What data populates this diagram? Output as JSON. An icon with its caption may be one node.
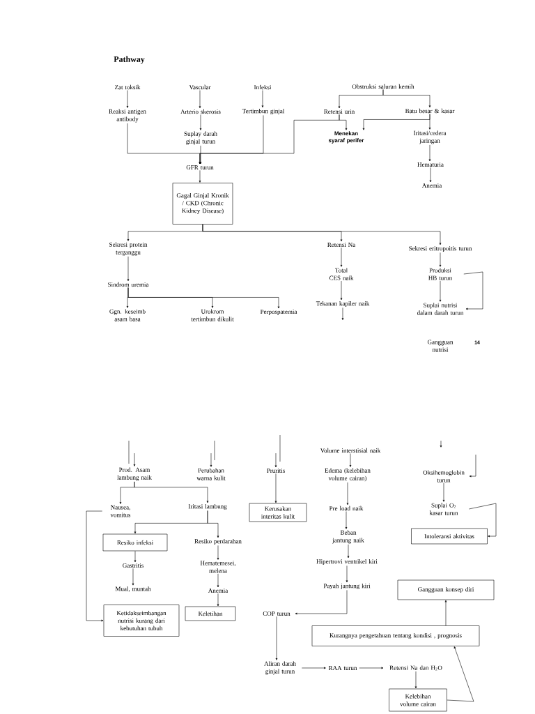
{
  "diagram": {
    "title": "Pathway",
    "nodes": [
      {
        "text": [
          "Zat toksik"
        ]
      },
      {
        "text": [
          "Reaksi antigen antibody"
        ]
      },
      {
        "text": [
          "Vascular"
        ]
      },
      {
        "text": [
          "Arterio skerosis"
        ]
      },
      {
        "text": [
          "Suplay darah ginjal turun"
        ]
      },
      {
        "text": [
          "Infeksi"
        ]
      },
      {
        "text": [
          "Tertimbun ginjal"
        ]
      },
      {
        "text": [
          "Obstruksi saluran kemih"
        ]
      },
      {
        "text": [
          "Retensi urin"
        ]
      },
      {
        "text": [
          "Batu besar & kasar"
        ]
      },
      {
        "text": [
          "Menekan syaraf perifer"
        ]
      },
      {
        "text": [
          "Iritasi/cedera jaringan"
        ]
      },
      {
        "text": [
          "Hematuria"
        ]
      },
      {
        "text": [
          "Anemia"
        ]
      },
      {
        "text": [
          "GFR turun"
        ]
      },
      {
        "text": [
          "Gagal Ginjal Kronik / CKD (Chronic Kidney Disease)"
        ]
      },
      {
        "text": [
          "Sekresi protein terganggu"
        ]
      },
      {
        "text": [
          "Sindrom uremia"
        ]
      },
      {
        "text": [
          "Ggn. keseimb asam basa"
        ]
      },
      {
        "text": [
          "Urokrom tertimbun dikulit"
        ]
      },
      {
        "text": [
          "Perpospatemia"
        ]
      },
      {
        "text": [
          "Retensi Na"
        ]
      },
      {
        "text": [
          "Total CES naik"
        ]
      },
      {
        "text": [
          "Tekanan kapiler naik"
        ]
      },
      {
        "text": [
          "Sekresi eritropoitis turun"
        ]
      },
      {
        "text": [
          "Produksi HB turun"
        ]
      },
      {
        "text": [
          "Suplai nutrisi dalam darah turun"
        ]
      },
      {
        "text": [
          "Gangguan nutrisi"
        ]
      },
      {
        "text": [
          "Prod. Asam lambung naik"
        ]
      },
      {
        "text": [
          "Perubahan warna kulit"
        ]
      },
      {
        "text": [
          "Pruritis"
        ]
      },
      {
        "text": [
          "Kerusakan interitas kulit"
        ]
      },
      {
        "text": [
          "Volume interstisial naik"
        ]
      },
      {
        "text": [
          "Edema (kelebihan volume cairan)"
        ]
      },
      {
        "text": [
          "Oksihemoglobin turun"
        ]
      },
      {
        "text": [
          "Nausea, vomitus"
        ]
      },
      {
        "text": [
          "Iritasi lambung"
        ]
      },
      {
        "text": [
          "Suplai O$_{2}$ kasar turun"
        ]
      },
      {
        "text": [
          "Pre load naik"
        ]
      },
      {
        "text": [
          "Intoleransi aktivitas"
        ]
      },
      {
        "text": [
          "Beban jantung naik"
        ]
      },
      {
        "text": [
          "Resiko infeksi"
        ]
      },
      {
        "text": [
          "Resiko perdarahan"
        ]
      },
      {
        "text": [
          "Gastritis"
        ]
      },
      {
        "text": [
          "Hematemesei, melena"
        ]
      },
      {
        "text": [
          "Hipertrovi ventrikel kiri"
        ]
      },
      {
        "text": [
          "Mual, muntah"
        ]
      },
      {
        "text": [
          "Anemia"
        ]
      },
      {
        "text": [
          "Payah jantung kiri"
        ]
      },
      {
        "text": [
          "Gangguan konsep diri"
        ]
      },
      {
        "text": [
          "Ketidakseimbangan nutrisi kurang dari kebutuhan tubuh"
        ]
      },
      {
        "text": [
          "Keletihan"
        ]
      },
      {
        "text": [
          "COP turun"
        ]
      },
      {
        "text": [
          "Kurangnya pengetahuan tentang kondisi , prognosis"
        ]
      },
      {
        "text": [
          "Aliran darah ginjal turun"
        ]
      },
      {
        "text": [
          "RAA turun"
        ]
      },
      {
        "text": [
          "Retensi Na dan H$_{2}$O"
        ]
      },
      {
        "text": [
          "Kelebihan volume cairan"
        ]
      }
    ],
    "edges": [
      {
        "from": 0,
        "to": 1,
        "arrow": "to"
      },
      {
        "from": 2,
        "to": 3,
        "arrow": "to"
      },
      {
        "from": 3,
        "to": 4,
        "arrow": "to"
      },
      {
        "from": 5,
        "to": 6,
        "arrow": "to"
      },
      {
        "from": 7,
        "to": 8,
        "arrow": "to"
      },
      {
        "from": 7,
        "to": 9,
        "arrow": "to"
      },
      {
        "from": 8,
        "to": 10,
        "arrow": "to"
      },
      {
        "from": 9,
        "to": 10,
        "arrow": "to"
      },
      {
        "from": 9,
        "to": 11,
        "arrow": "to"
      },
      {
        "from": 11,
        "to": 12,
        "arrow": "to"
      },
      {
        "from": 12,
        "to": 13,
        "arrow": "to"
      },
      {
        "from": 1,
        "to": 14,
        "arrow": "to"
      },
      {
        "from": 4,
        "to": 14,
        "arrow": "to"
      },
      {
        "from": 6,
        "to": 14,
        "arrow": "to"
      },
      {
        "from": 8,
        "to": 14,
        "arrow": "to"
      },
      {
        "from": 14,
        "to": 15,
        "arrow": "to"
      },
      {
        "from": 15,
        "to": 16,
        "arrow": "to"
      },
      {
        "from": 15,
        "to": 21,
        "arrow": "to"
      },
      {
        "from": 15,
        "to": 24,
        "arrow": "to"
      },
      {
        "from": 16,
        "to": 17,
        "arrow": "to"
      },
      {
        "from": 17,
        "to": 18,
        "arrow": "to"
      },
      {
        "from": 17,
        "to": 19,
        "arrow": "to"
      },
      {
        "from": 17,
        "to": 20,
        "arrow": "to"
      },
      {
        "from": 21,
        "to": 22,
        "arrow": "to"
      },
      {
        "from": 22,
        "to": 23,
        "arrow": "to"
      },
      {
        "from": 23,
        "to": null,
        "arrow": "to"
      },
      {
        "from": 24,
        "to": 25,
        "arrow": "to"
      },
      {
        "from": 25,
        "to": 26,
        "arrow": "to"
      },
      {
        "from": 25,
        "to": 26,
        "arrow": "to"
      },
      {
        "from": null,
        "to": 28,
        "arrow": "to"
      },
      {
        "from": null,
        "to": 29,
        "arrow": "to"
      },
      {
        "from": null,
        "to": 30,
        "arrow": "to"
      },
      {
        "from": 32,
        "to": 33,
        "arrow": "to"
      },
      {
        "from": null,
        "to": 34,
        "arrow": "to"
      },
      {
        "from": 30,
        "to": 31,
        "arrow": "to"
      },
      {
        "from": 28,
        "to": 35,
        "arrow": "to"
      },
      {
        "from": 28,
        "to": 36,
        "arrow": "to"
      },
      {
        "from": 34,
        "to": 37,
        "arrow": "to"
      },
      {
        "from": 35,
        "to": 50,
        "arrow": "to"
      },
      {
        "from": 36,
        "to": 41,
        "arrow": "to"
      },
      {
        "from": 36,
        "to": 42,
        "arrow": "to"
      },
      {
        "from": 41,
        "to": 43,
        "arrow": "to"
      },
      {
        "from": 43,
        "to": 46,
        "arrow": "to"
      },
      {
        "from": 42,
        "to": 44,
        "arrow": "to"
      },
      {
        "from": 44,
        "to": 47,
        "arrow": "to"
      },
      {
        "from": 47,
        "to": 51,
        "arrow": "to"
      },
      {
        "from": 33,
        "to": 38,
        "arrow": "to"
      },
      {
        "from": 38,
        "to": 40,
        "arrow": "to"
      },
      {
        "from": 40,
        "to": 45,
        "arrow": "to"
      },
      {
        "from": 45,
        "to": 48,
        "arrow": "to"
      },
      {
        "from": 48,
        "to": 52,
        "arrow": "to"
      },
      {
        "from": 37,
        "to": 39,
        "arrow": "to"
      },
      {
        "from": 52,
        "to": 54,
        "arrow": "to"
      },
      {
        "from": 54,
        "to": 55,
        "arrow": "to"
      },
      {
        "from": 55,
        "to": 56,
        "arrow": "to"
      },
      {
        "from": 56,
        "to": 57,
        "arrow": "to"
      },
      {
        "from": 57,
        "to": 53,
        "arrow": "to"
      },
      {
        "from": 53,
        "to": 49,
        "arrow": "to"
      }
    ],
    "labels": [
      "14"
    ]
  }
}
